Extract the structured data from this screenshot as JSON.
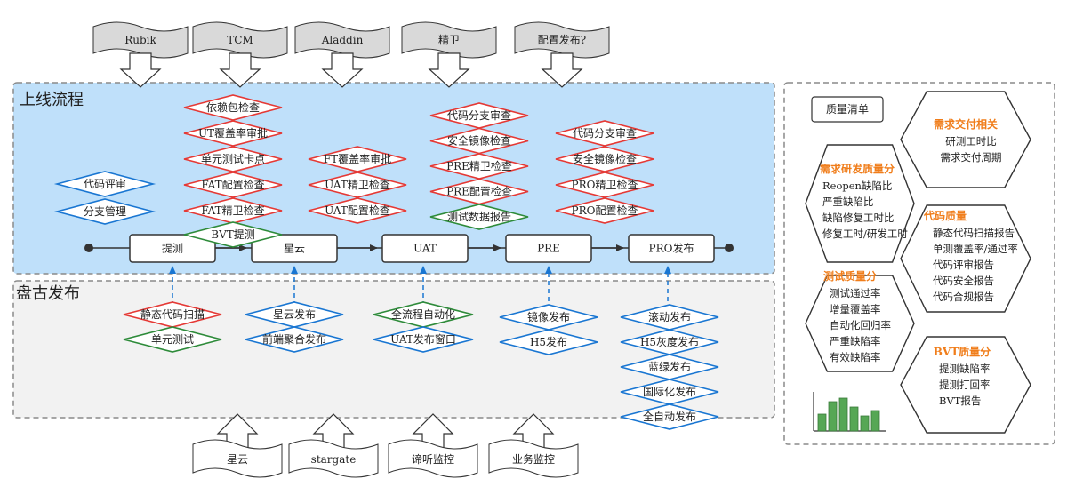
{
  "tools_top": [
    "Rubik",
    "TCM",
    "Aladdin",
    "精卫",
    "配置发布?"
  ],
  "tools_bottom": [
    "星云",
    "stargate",
    "谛听监控",
    "业务监控"
  ],
  "sections": {
    "release_flow": "上线流程",
    "pangu": "盘古发布"
  },
  "stages": [
    "提测",
    "星云",
    "UAT",
    "PRE",
    "PRO发布"
  ],
  "bvt": "BVT提测",
  "checks_top": {
    "pre_dev": [
      "代码评审",
      "分支管理"
    ],
    "test": [
      "依赖包检查",
      "UT覆盖率审批",
      "单元测试卡点",
      "FAT配置检查",
      "FAT精卫检查"
    ],
    "uat": [
      "FT覆盖率审批",
      "UAT精卫检查",
      "UAT配置检查"
    ],
    "pre": [
      "代码分支审查",
      "安全镜像检查",
      "PRE精卫检查",
      "PRE配置检查",
      "测试数据报告"
    ],
    "pro": [
      "代码分支审查",
      "安全镜像检查",
      "PRO精卫检查",
      "PRO配置检查"
    ]
  },
  "checks_bottom": {
    "test": [
      "静态代码扫描",
      "单元测试"
    ],
    "xingyun": [
      "星云发布",
      "前端聚合发布"
    ],
    "uat": [
      "全流程自动化",
      "UAT发布窗口"
    ],
    "pre": [
      "镜像发布",
      "H5发布"
    ],
    "pro": [
      "滚动发布",
      "H5灰度发布",
      "蓝绿发布",
      "国际化发布",
      "全自动发布"
    ]
  },
  "quality": {
    "title": "质量清单",
    "groups": [
      {
        "title": "需求交付相关",
        "items": [
          "研测工时比",
          "需求交付周期"
        ]
      },
      {
        "title": "需求研发质量分",
        "items": [
          "Reopen缺陷比",
          "严重缺陷比",
          "缺陷修复工时比",
          "修复工时/研发工时"
        ]
      },
      {
        "title": "代码质量",
        "items": [
          "静态代码扫描报告",
          "单测覆盖率/通过率",
          "代码评审报告",
          "代码安全报告",
          "代码合规报告"
        ]
      },
      {
        "title": "测试质量分",
        "items": [
          "测试通过率",
          "增量覆盖率",
          "自动化回归率",
          "严重缺陷率",
          "有效缺陷率"
        ]
      },
      {
        "title": "BVT质量分",
        "items": [
          "提测缺陷率",
          "提测打回率",
          "BVT报告"
        ]
      }
    ]
  },
  "colors": {
    "flow_bg": "#bfe0fa",
    "pangu_bg": "#f2f2f2",
    "red": "#e53935",
    "blue": "#1976d2",
    "green": "#2e8b3a",
    "orange": "#f07d1a",
    "bars": "#56a755"
  }
}
